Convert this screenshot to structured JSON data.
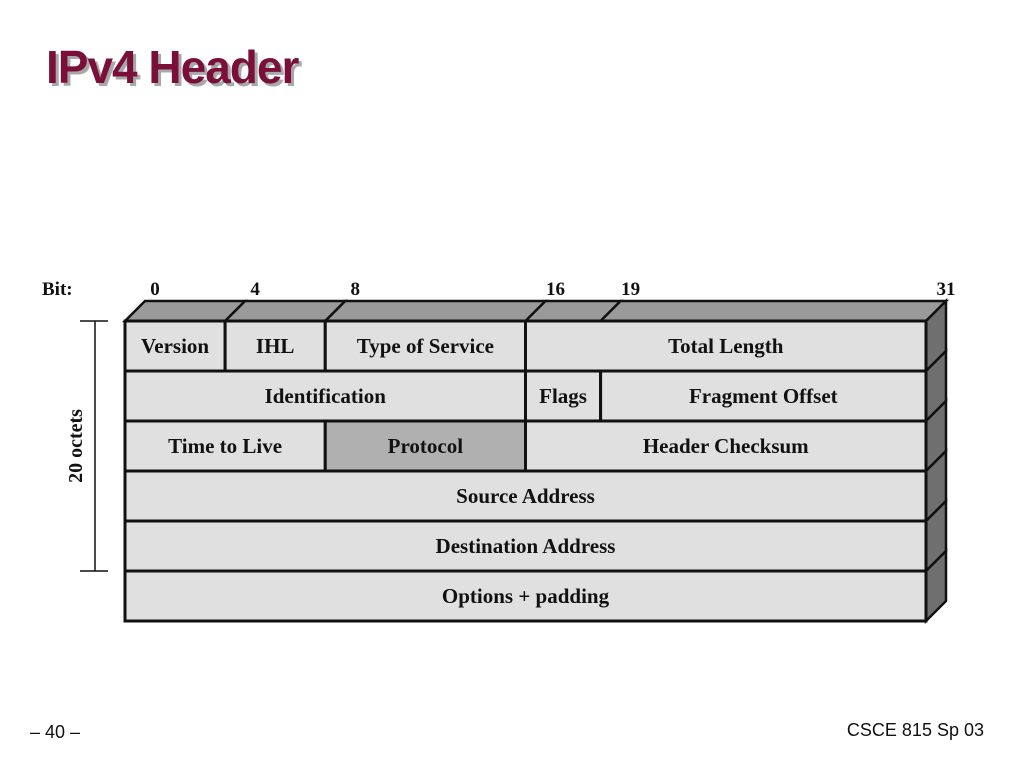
{
  "slide": {
    "title": "IPv4 Header",
    "page_number": "– 40 –",
    "course": "CSCE 815 Sp 03"
  },
  "diagram": {
    "bit_caption": "Bit:",
    "bit_marks": [
      "0",
      "4",
      "8",
      "16",
      "19",
      "31"
    ],
    "side_label": "20 octets",
    "rows": [
      {
        "fields": [
          {
            "label": "Version",
            "from_bit": 0,
            "to_bit": 4
          },
          {
            "label": "IHL",
            "from_bit": 4,
            "to_bit": 8
          },
          {
            "label": "Type of Service",
            "from_bit": 8,
            "to_bit": 16
          },
          {
            "label": "Total Length",
            "from_bit": 16,
            "to_bit": 32
          }
        ]
      },
      {
        "fields": [
          {
            "label": "Identification",
            "from_bit": 0,
            "to_bit": 16
          },
          {
            "label": "Flags",
            "from_bit": 16,
            "to_bit": 19
          },
          {
            "label": "Fragment Offset",
            "from_bit": 19,
            "to_bit": 32
          }
        ]
      },
      {
        "fields": [
          {
            "label": "Time to Live",
            "from_bit": 0,
            "to_bit": 8
          },
          {
            "label": "Protocol",
            "from_bit": 8,
            "to_bit": 16,
            "highlighted": true
          },
          {
            "label": "Header Checksum",
            "from_bit": 16,
            "to_bit": 32
          }
        ]
      },
      {
        "fields": [
          {
            "label": "Source Address",
            "from_bit": 0,
            "to_bit": 32
          }
        ]
      },
      {
        "fields": [
          {
            "label": "Destination Address",
            "from_bit": 0,
            "to_bit": 32
          }
        ]
      },
      {
        "fields": [
          {
            "label": "Options + padding",
            "from_bit": 0,
            "to_bit": 32
          }
        ]
      }
    ]
  },
  "colors": {
    "title": "#7a0f3a",
    "cell_fill": "#e0e0e0",
    "highlight_fill": "#b0b0b0"
  }
}
